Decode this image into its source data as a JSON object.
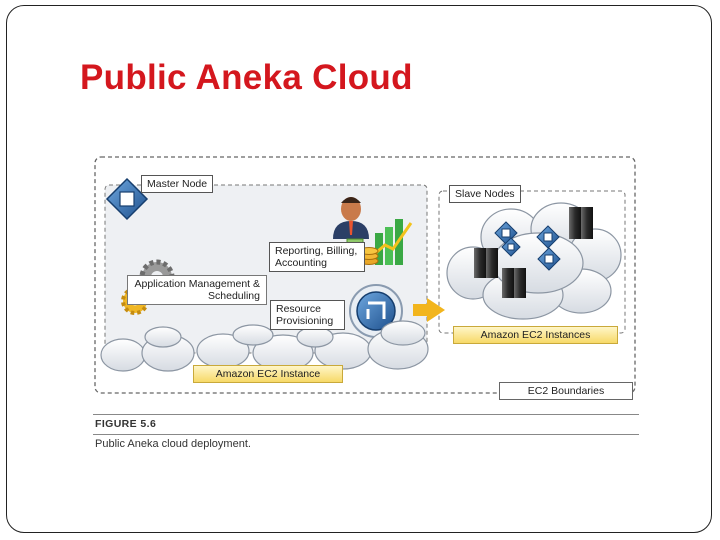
{
  "slide": {
    "title": "Public Aneka Cloud"
  },
  "diagram": {
    "master_label": "Master Node",
    "slave_label": "Slave Nodes",
    "reporting_label": "Reporting, Billing, Accounting",
    "app_mgmt_label": "Application Management & Scheduling",
    "resource_label": "Resource Provisioning",
    "ec2_instance_label": "Amazon EC2 Instance",
    "ec2_instances_label": "Amazon EC2 Instances",
    "ec2_boundaries_label": "EC2 Boundaries"
  },
  "caption": {
    "figure_number": "FIGURE 5.6",
    "text": "Public Aneka cloud deployment."
  },
  "colors": {
    "title": "#d4171e",
    "arrow": "#f2b51d",
    "node_blue": "#1f5fa8"
  }
}
